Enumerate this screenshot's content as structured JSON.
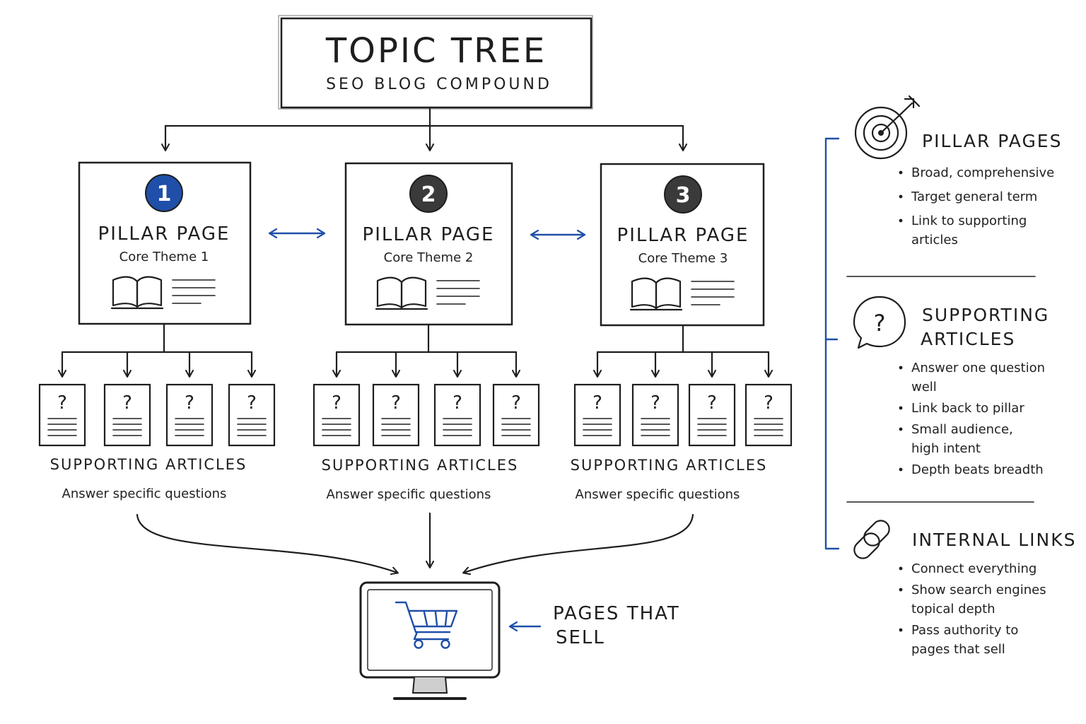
{
  "title": "TOPIC TREE",
  "subtitle": "SEO BLOG COMPOUND",
  "colors": {
    "accent": "#1f4fa8",
    "ink": "#1e1e1e",
    "badge_dark": "#3a3a3a"
  },
  "pillars": [
    {
      "number": "1",
      "title": "PILLAR PAGE",
      "theme": "Core Theme 1",
      "icon": "book-icon",
      "supporting_title": "SUPPORTING ARTICLES",
      "supporting_text": "Answer specific questions",
      "articles": [
        "?",
        "?",
        "?",
        "?"
      ]
    },
    {
      "number": "2",
      "title": "PILLAR PAGE",
      "theme": "Core Theme 2",
      "icon": "book-icon",
      "supporting_title": "SUPPORTING ARTICLES",
      "supporting_text": "Answer specific questions",
      "articles": [
        "?",
        "?",
        "?",
        "?"
      ]
    },
    {
      "number": "3",
      "title": "PILLAR PAGE",
      "theme": "Core Theme 3",
      "icon": "book-icon",
      "supporting_title": "SUPPORTING ARTICLES",
      "supporting_text": "Answer specific questions",
      "articles": [
        "?",
        "?",
        "?",
        "?"
      ]
    }
  ],
  "sell": {
    "line1": "PAGES THAT",
    "line2": "SELL",
    "icon": "shopping-cart-icon"
  },
  "legend": [
    {
      "icon": "target-icon",
      "heading": [
        "PILLAR PAGES"
      ],
      "bullets": [
        [
          "Broad, comprehensive"
        ],
        [
          "Target general term"
        ],
        [
          "Link to supporting",
          "articles"
        ]
      ]
    },
    {
      "icon": "question-bubble-icon",
      "heading": [
        "SUPPORTING",
        "ARTICLES"
      ],
      "bullets": [
        [
          "Answer one question",
          "well"
        ],
        [
          "Link back to pillar"
        ],
        [
          "Small audience,",
          "high intent"
        ],
        [
          "Depth beats breadth"
        ]
      ]
    },
    {
      "icon": "chain-link-icon",
      "heading": [
        "INTERNAL LINKS"
      ],
      "bullets": [
        [
          "Connect everything"
        ],
        [
          "Show search engines",
          "topical depth"
        ],
        [
          "Pass authority to",
          "pages that sell"
        ]
      ]
    }
  ]
}
